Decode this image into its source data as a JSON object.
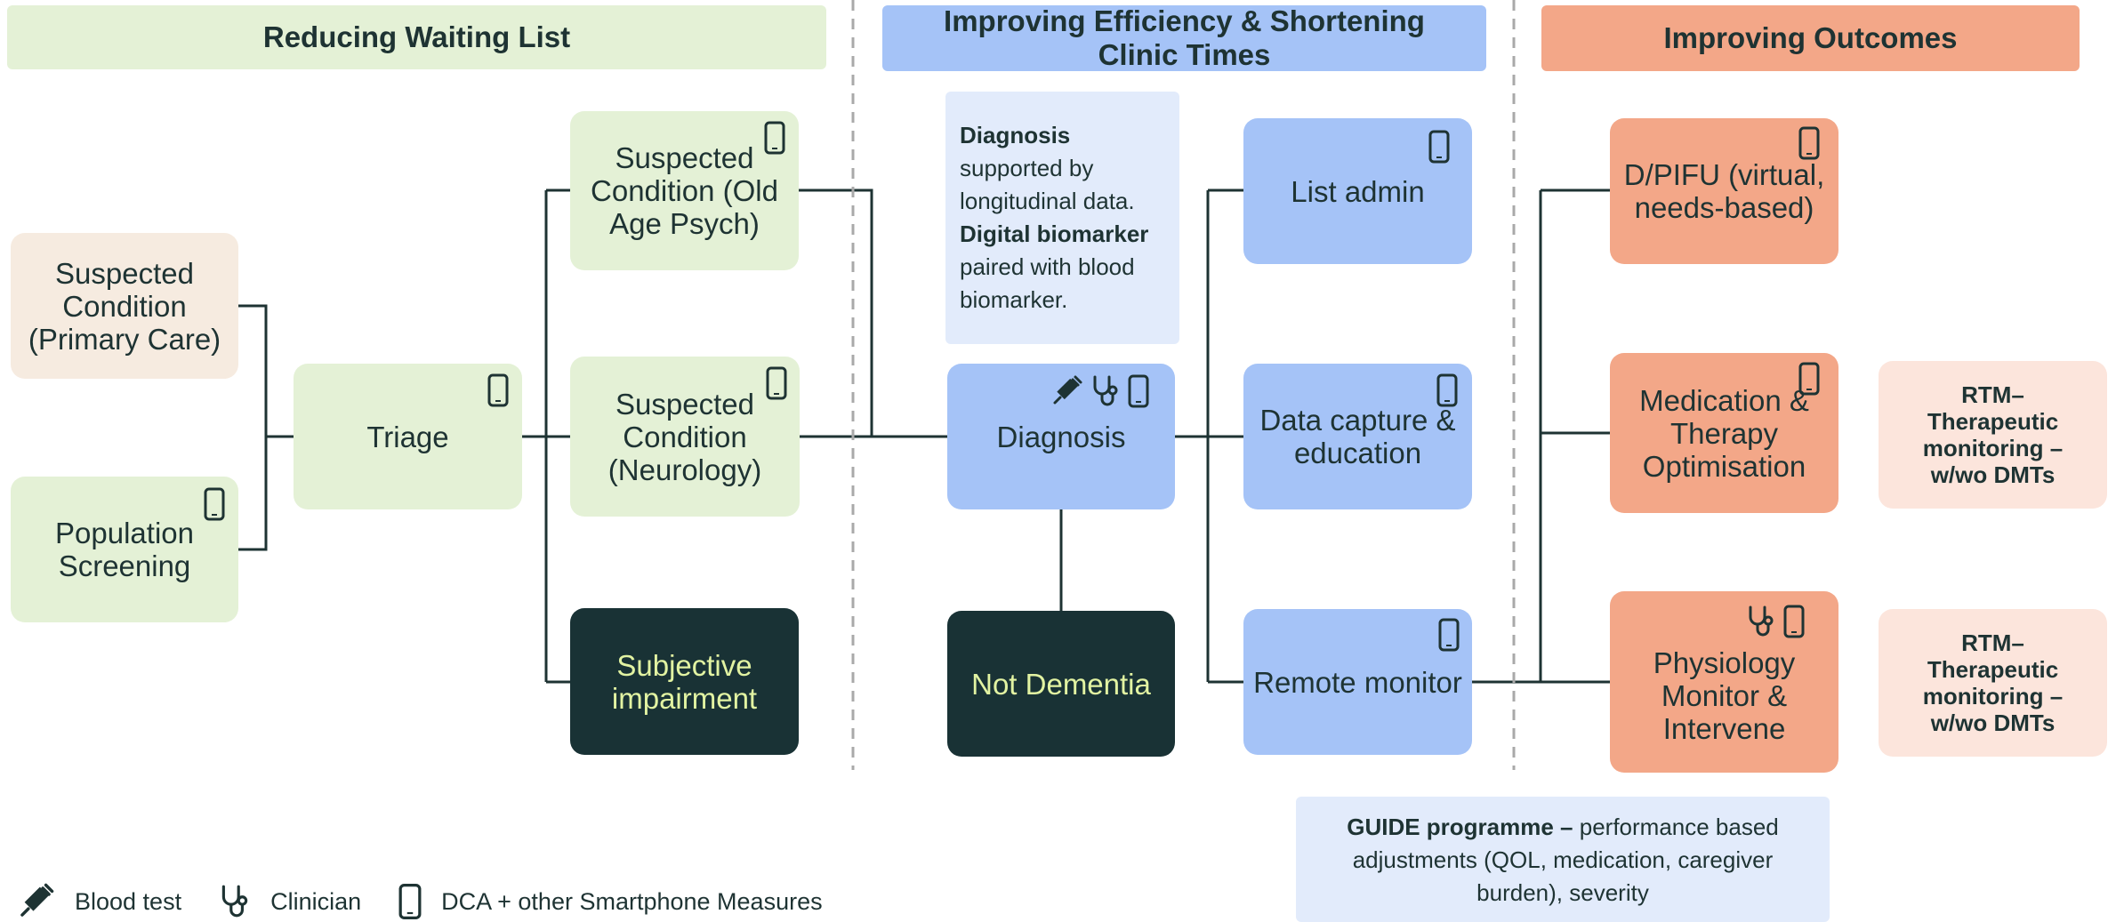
{
  "headers": {
    "waiting": "Reducing Waiting List",
    "efficiency": "Improving Efficiency & Shortening Clinic Times",
    "outcomes": "Improving Outcomes"
  },
  "nodes": {
    "primary_care": "Suspected Condition (Primary Care)",
    "population_screening": "Population Screening",
    "triage": "Triage",
    "old_age_psych": "Suspected Condition (Old Age Psych)",
    "neurology": "Suspected Condition (Neurology)",
    "subjective": "Subjective impairment",
    "diagnosis": "Diagnosis",
    "not_dementia": "Not Dementia",
    "list_admin": "List admin",
    "data_capture": "Data capture & education",
    "remote_monitor": "Remote monitor",
    "dpifu": "D/PIFU (virtual, needs-based)",
    "medication": "Medication & Therapy Optimisation",
    "physiology": "Physiology Monitor & Intervene",
    "rtm_1": "RTM– Therapeutic monitoring – w/wo DMTs",
    "rtm_2": "RTM– Therapeutic monitoring – w/wo DMTs"
  },
  "diagnosis_note": {
    "bold_1": "Diagnosis",
    "text_1": "supported by longitudinal data.",
    "bold_2": "Digital biomarker",
    "text_2": "paired with blood biomarker."
  },
  "guide_note": {
    "bold": "GUIDE programme –",
    "text": "performance based adjustments (QOL, medication, caregiver burden), severity"
  },
  "legend": {
    "blood_test": "Blood test",
    "clinician": "Clinician",
    "dca": "DCA + other Smartphone Measures"
  },
  "icons": {
    "phone": "smartphone-icon",
    "blood": "syringe-icon",
    "clinician": "stethoscope-icon"
  },
  "colors": {
    "green": "#e4f1d6",
    "blue": "#a5c3f7",
    "orange": "#f3a788",
    "dark": "#193235",
    "line": "#1e3333"
  }
}
